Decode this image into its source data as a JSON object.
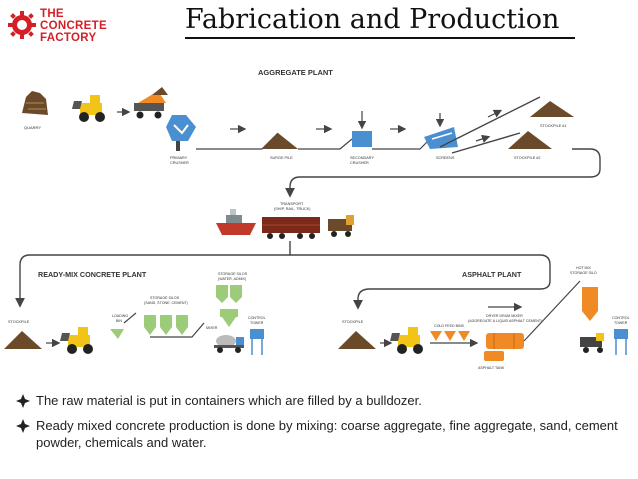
{
  "logo": {
    "line1": "THE",
    "line2": "CONCRETE",
    "line3": "FACTORY"
  },
  "title": "Fabrication and Production",
  "diagram": {
    "aggregate_plant": "AGGREGATE PLANT",
    "ready_mix_plant": "READY-MIX CONCRETE PLANT",
    "asphalt_plant": "ASPHALT PLANT",
    "labels": {
      "quarry": "QUARRY",
      "primary_crusher_1": "PRIMARY",
      "primary_crusher_2": "CRUSHER",
      "surge_pile": "SURGE PILE",
      "secondary_crusher_1": "SECONDARY",
      "secondary_crusher_2": "CRUSHER",
      "screens": "SCREENS",
      "stockpile_a": "STOCKPILE #1",
      "stockpile_b": "STOCKPILE #2",
      "transport_1": "TRANSPORT",
      "transport_2": "(SHIP, RAIL, TRUCK)",
      "stockpile_rm": "STOCKPILE",
      "loading_bin_1": "LOADING",
      "loading_bin_2": "BIN",
      "storage_silos_1": "STORAGE SILOS",
      "storage_silos_2": "(SAND, STONE, CEMENT)",
      "storage_silos_w1": "STORAGE SILOS",
      "storage_silos_w2": "(WATER, ADMIX)",
      "mixer": "MIXER",
      "control_tower_rm_1": "CONTROL",
      "control_tower_rm_2": "TOWER",
      "stockpile_as": "STOCKPILE",
      "cold_feed_bins": "COLD FEED BINS",
      "drum_mixer_1": "DRYER DRUM MIXER",
      "drum_mixer_2": "(AGGREGATE & LIQUID ASPHALT CEMENT)",
      "asphalt_tank": "ASPHALT TANK",
      "hot_mix_1": "HOT MIX",
      "hot_mix_2": "STORAGE SILO",
      "control_tower_as_1": "CONTROL",
      "control_tower_as_2": "TOWER"
    }
  },
  "bullets": [
    "The raw material is put in containers which are filled by a bulldozer.",
    "Ready mixed concrete production is done by mixing: coarse aggregate, fine aggregate, sand, cement powder, chemicals and water."
  ],
  "colors": {
    "brand_red": "#d32027",
    "aggregate_brown": "#6b4a2a",
    "loader_yellow": "#f2c418",
    "crusher_blue": "#4a8fd0",
    "silo_green": "#9ccc7a",
    "asphalt_orange": "#f08a24",
    "flow_gray": "#555555"
  }
}
